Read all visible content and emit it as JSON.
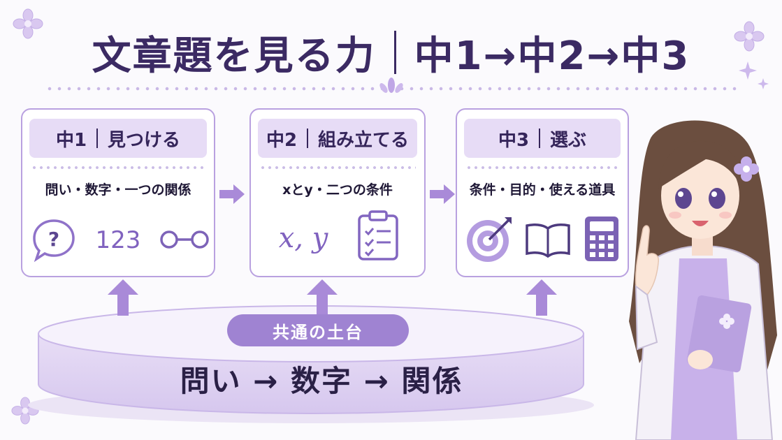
{
  "title": {
    "left": "文章題を見る力",
    "right": "中1→中2→中3"
  },
  "cards": [
    {
      "grade": "中1",
      "skill": "見つける",
      "subtitle": "問い・数字・一つの関係",
      "icons": [
        "question-bubble-icon",
        "number-123-icon",
        "link-circles-icon"
      ],
      "icon_text": "123"
    },
    {
      "grade": "中2",
      "skill": "組み立てる",
      "subtitle": "xとy・二つの条件",
      "icons": [
        "xy-variables-icon",
        "clipboard-checklist-icon"
      ],
      "icon_text": "x, y"
    },
    {
      "grade": "中3",
      "skill": "選ぶ",
      "subtitle": "条件・目的・使える道具",
      "icons": [
        "target-arrow-icon",
        "open-book-icon",
        "calculator-icon"
      ]
    }
  ],
  "foundation": {
    "badge": "共通の土台",
    "text": "問い → 数字 → 関係"
  },
  "colors": {
    "accent": "#9f83d2",
    "card_border": "#b9a1e0",
    "header_bg": "#e7dcf6",
    "title": "#3b2a63"
  }
}
